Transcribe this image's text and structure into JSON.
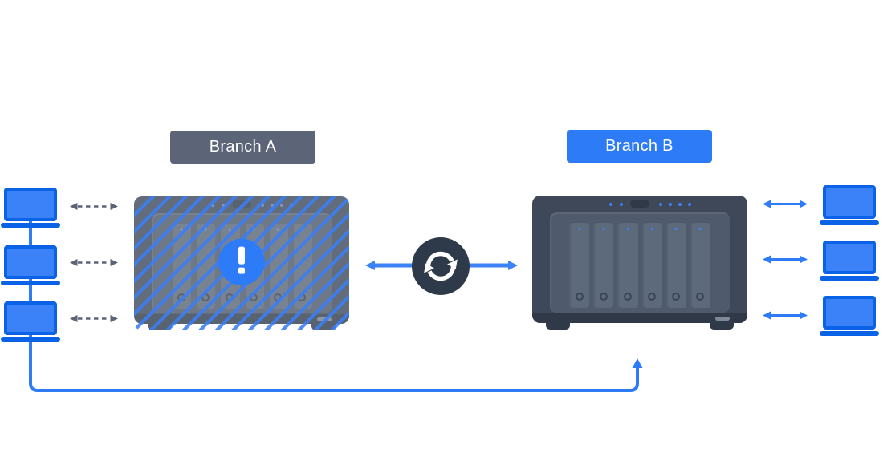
{
  "palette": {
    "primary_blue": "#2e7bf7",
    "laptop_fill_blue": "#3b82f8",
    "laptop_edge_blue": "#0a63e6",
    "slate_gray": "#5b6577",
    "dark_navy_circle": "#2e3a49",
    "dashed_arrow_gray": "#5b6476",
    "nas_body": "#3e4858",
    "hatch_stripe_blue": "#3b7ef5"
  },
  "branch_a": {
    "label": "Branch A",
    "label_bg": "#5b6577",
    "device": "6-bay NAS",
    "device_state_icon": "alert-icon",
    "device_hatched": true,
    "client_count": 3,
    "client_device_icon": "laptop-icon",
    "client_link_icon": "dashed-double-arrow-icon"
  },
  "branch_b": {
    "label": "Branch B",
    "label_bg": "#2e7bf7",
    "device": "6-bay NAS",
    "device_hatched": false,
    "client_count": 3,
    "client_device_icon": "laptop-icon",
    "client_link_icon": "solid-double-arrow-icon"
  },
  "center_link": {
    "icon": "sync-icon",
    "icon_bg": "#2e3a49",
    "arrows": "double-headed-arrow-icon",
    "arrow_color": "#2e7bf7"
  },
  "reroute_line": {
    "from": "branch-a-clients",
    "to": "branch-b-nas",
    "color": "#2e7bf7",
    "arrowhead_direction": "up"
  }
}
